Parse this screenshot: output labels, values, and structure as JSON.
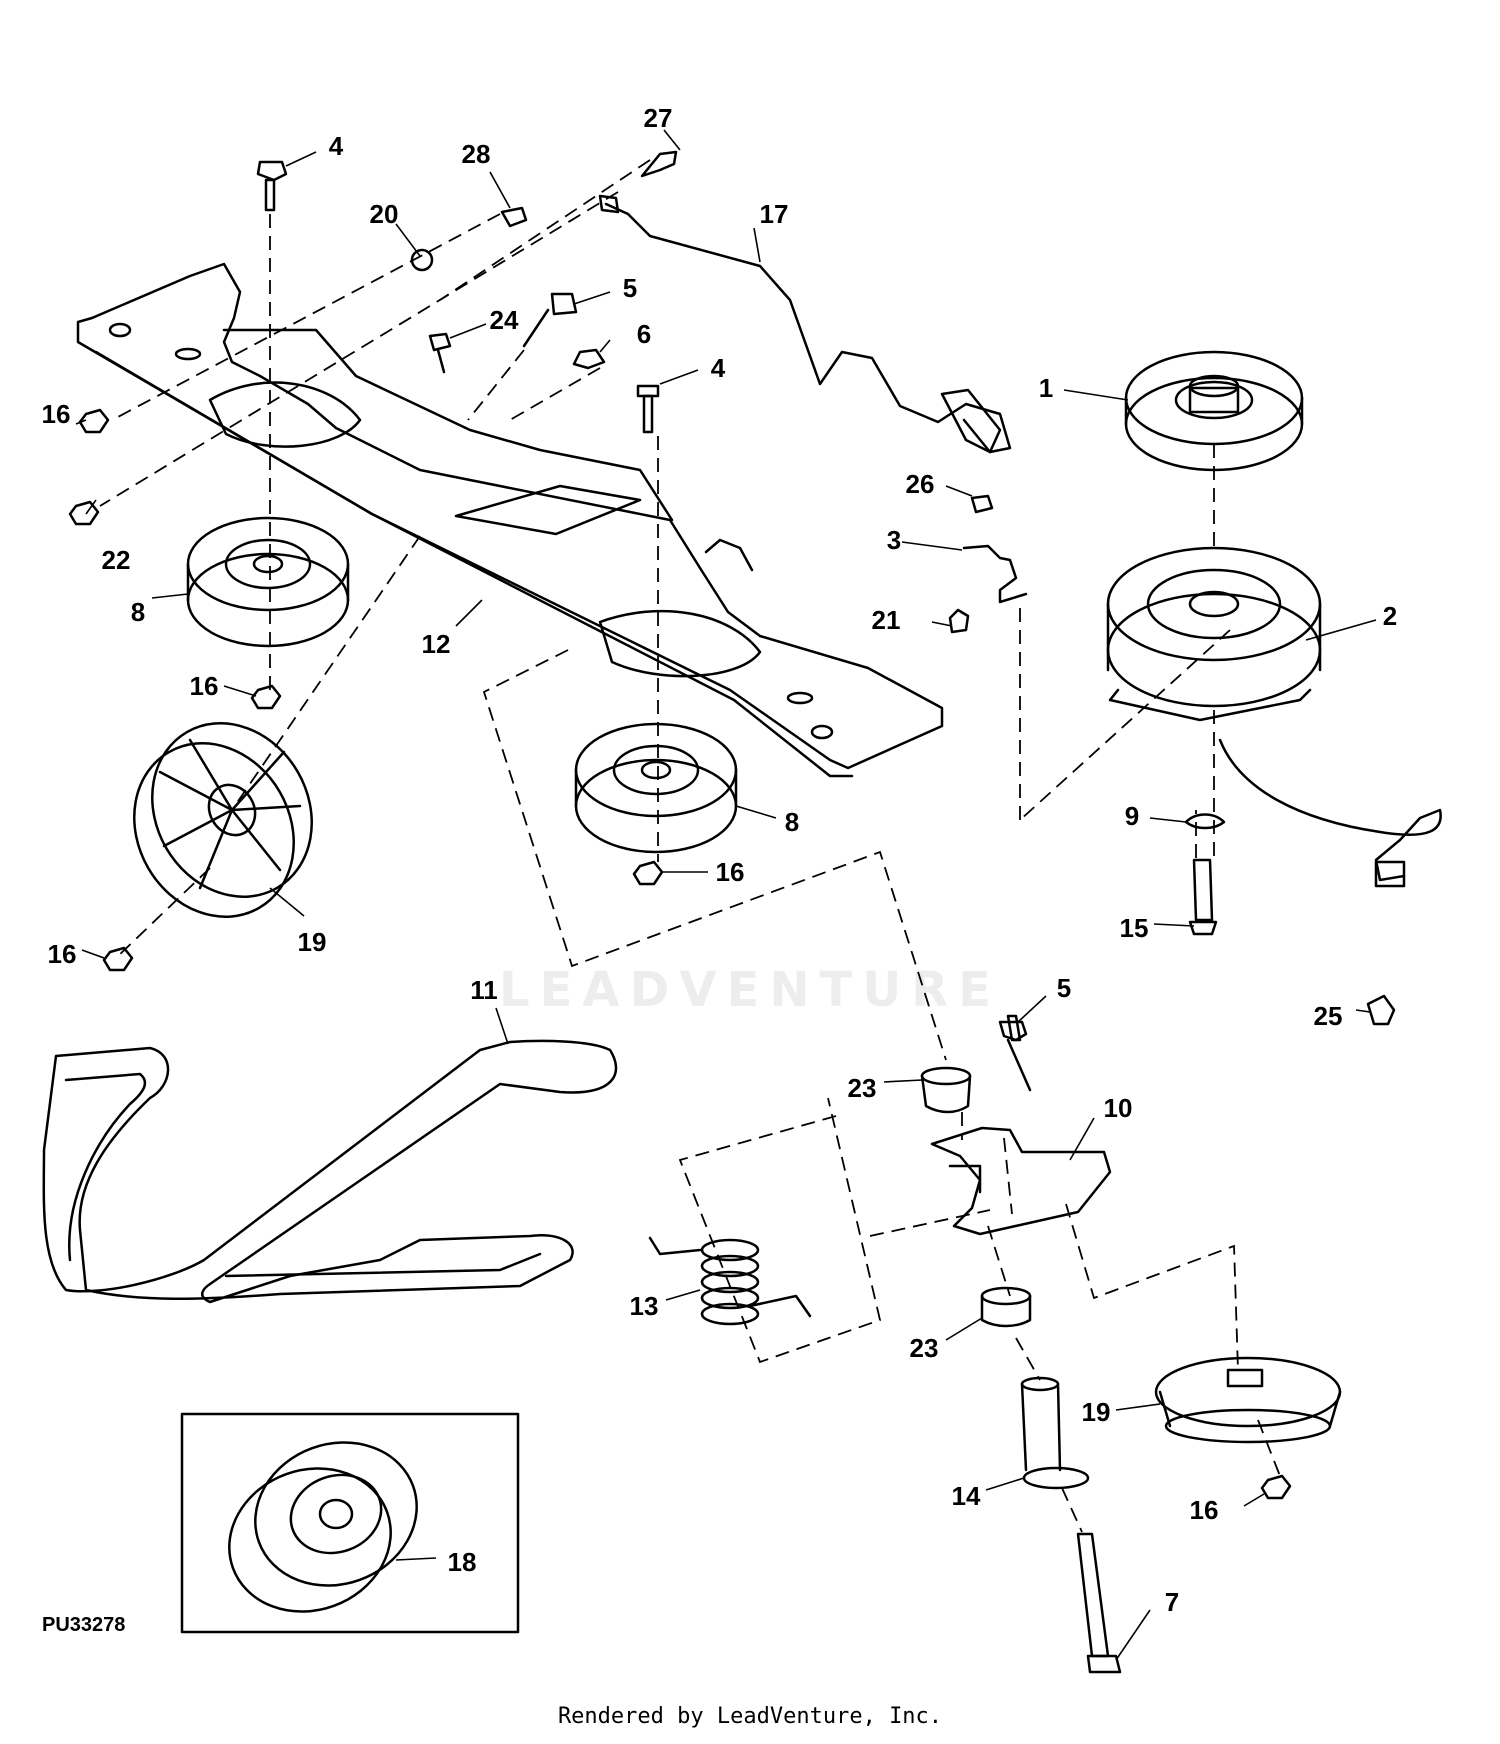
{
  "diagram": {
    "id": "PU33278",
    "footer": "Rendered by LeadVenture, Inc.",
    "watermark": "LEADVENTURE"
  },
  "callouts": [
    {
      "key": "c4a",
      "label": "4"
    },
    {
      "key": "c27",
      "label": "27"
    },
    {
      "key": "c28",
      "label": "28"
    },
    {
      "key": "c20",
      "label": "20"
    },
    {
      "key": "c17",
      "label": "17"
    },
    {
      "key": "c5a",
      "label": "5"
    },
    {
      "key": "c24",
      "label": "24"
    },
    {
      "key": "c6",
      "label": "6"
    },
    {
      "key": "c4b",
      "label": "4"
    },
    {
      "key": "c1",
      "label": "1"
    },
    {
      "key": "c16a",
      "label": "16"
    },
    {
      "key": "c22",
      "label": "22"
    },
    {
      "key": "c26",
      "label": "26"
    },
    {
      "key": "c3",
      "label": "3"
    },
    {
      "key": "c2",
      "label": "2"
    },
    {
      "key": "c8a",
      "label": "8"
    },
    {
      "key": "c21",
      "label": "21"
    },
    {
      "key": "c12",
      "label": "12"
    },
    {
      "key": "c16b",
      "label": "16"
    },
    {
      "key": "c8b",
      "label": "8"
    },
    {
      "key": "c9",
      "label": "9"
    },
    {
      "key": "c16c",
      "label": "16"
    },
    {
      "key": "c19a",
      "label": "19"
    },
    {
      "key": "c15",
      "label": "15"
    },
    {
      "key": "c16d",
      "label": "16"
    },
    {
      "key": "c11",
      "label": "11"
    },
    {
      "key": "c5b",
      "label": "5"
    },
    {
      "key": "c25",
      "label": "25"
    },
    {
      "key": "c23a",
      "label": "23"
    },
    {
      "key": "c10",
      "label": "10"
    },
    {
      "key": "c13",
      "label": "13"
    },
    {
      "key": "c23b",
      "label": "23"
    },
    {
      "key": "c19b",
      "label": "19"
    },
    {
      "key": "c14",
      "label": "14"
    },
    {
      "key": "c16e",
      "label": "16"
    },
    {
      "key": "c18",
      "label": "18"
    },
    {
      "key": "c7",
      "label": "7"
    }
  ]
}
